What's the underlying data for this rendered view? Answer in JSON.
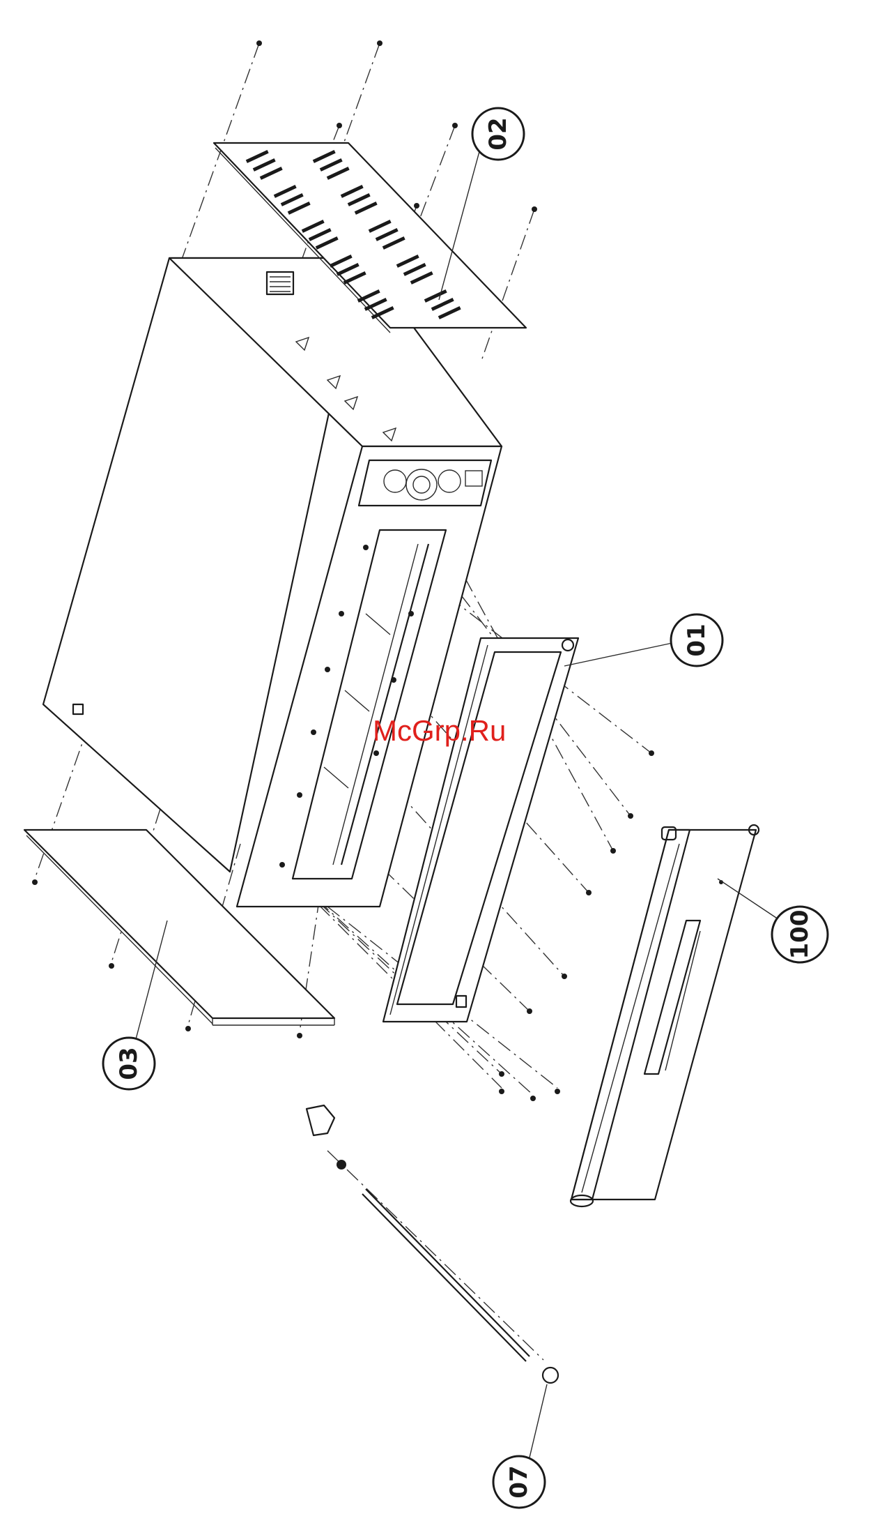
{
  "watermark": "McGrp.Ru",
  "callouts": [
    {
      "id": "01",
      "label": "01"
    },
    {
      "id": "02",
      "label": "02"
    },
    {
      "id": "03",
      "label": "03"
    },
    {
      "id": "07",
      "label": "07"
    },
    {
      "id": "100",
      "label": "100"
    }
  ]
}
